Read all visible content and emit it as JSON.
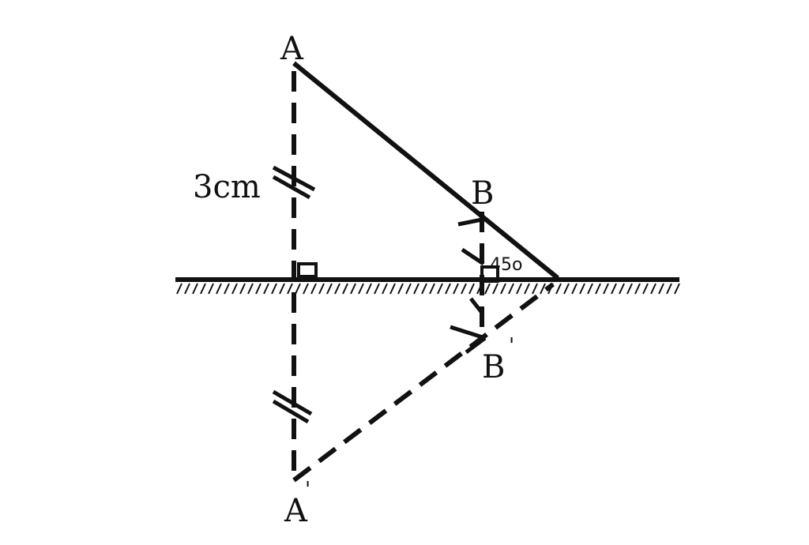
{
  "labels": {
    "point_a": "A",
    "point_b": "B",
    "point_a_image": "A",
    "point_b_image": "B",
    "prime_mark": "'",
    "distance": "3cm",
    "angle": "45o"
  },
  "colors": {
    "ink": "#111111",
    "background": "#ffffff"
  }
}
